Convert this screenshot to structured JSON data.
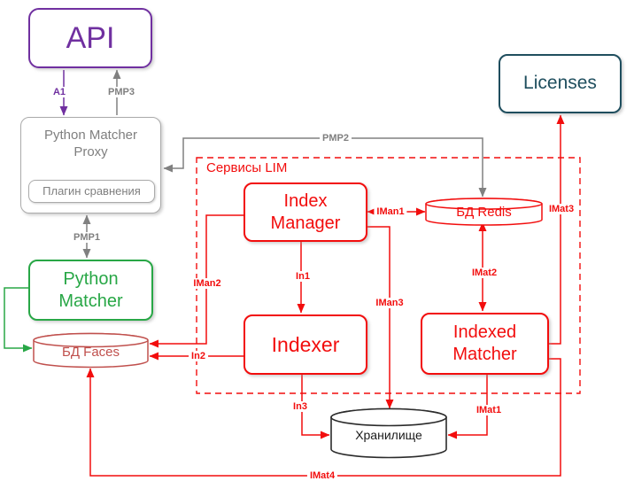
{
  "nodes": {
    "api": {
      "label": "API"
    },
    "proxy": {
      "label": "Python Matcher Proxy"
    },
    "plugin": {
      "label": "Плагин сравнения"
    },
    "python_matcher": {
      "label": "Python Matcher"
    },
    "faces_db": {
      "label": "БД Faces"
    },
    "lim_group": {
      "label": "Сервисы LIM"
    },
    "index_manager": {
      "label": "Index Manager"
    },
    "indexer": {
      "label": "Indexer"
    },
    "indexed_matcher": {
      "label": "Indexed Matcher"
    },
    "redis_db": {
      "label": "БД Redis"
    },
    "storage": {
      "label": "Хранилище"
    },
    "licenses": {
      "label": "Licenses"
    }
  },
  "edge_labels": {
    "a1": "A1",
    "pmp1": "PMP1",
    "pmp2": "PMP2",
    "pmp3": "PMP3",
    "iman1": "IMan1",
    "iman2": "IMan2",
    "iman3": "IMan3",
    "in1": "In1",
    "in2": "In2",
    "in3": "In3",
    "imat1": "IMat1",
    "imat2": "IMat2",
    "imat3": "IMat3",
    "imat4": "IMat4"
  },
  "colors": {
    "purple": "#7030A0",
    "gray": "#7F7F7F",
    "red": "#F20D0D",
    "green": "#28A746",
    "teal": "#1F4E5E",
    "faces_brown_red": "#C0504D",
    "storage_black": "#1a1a1a"
  }
}
